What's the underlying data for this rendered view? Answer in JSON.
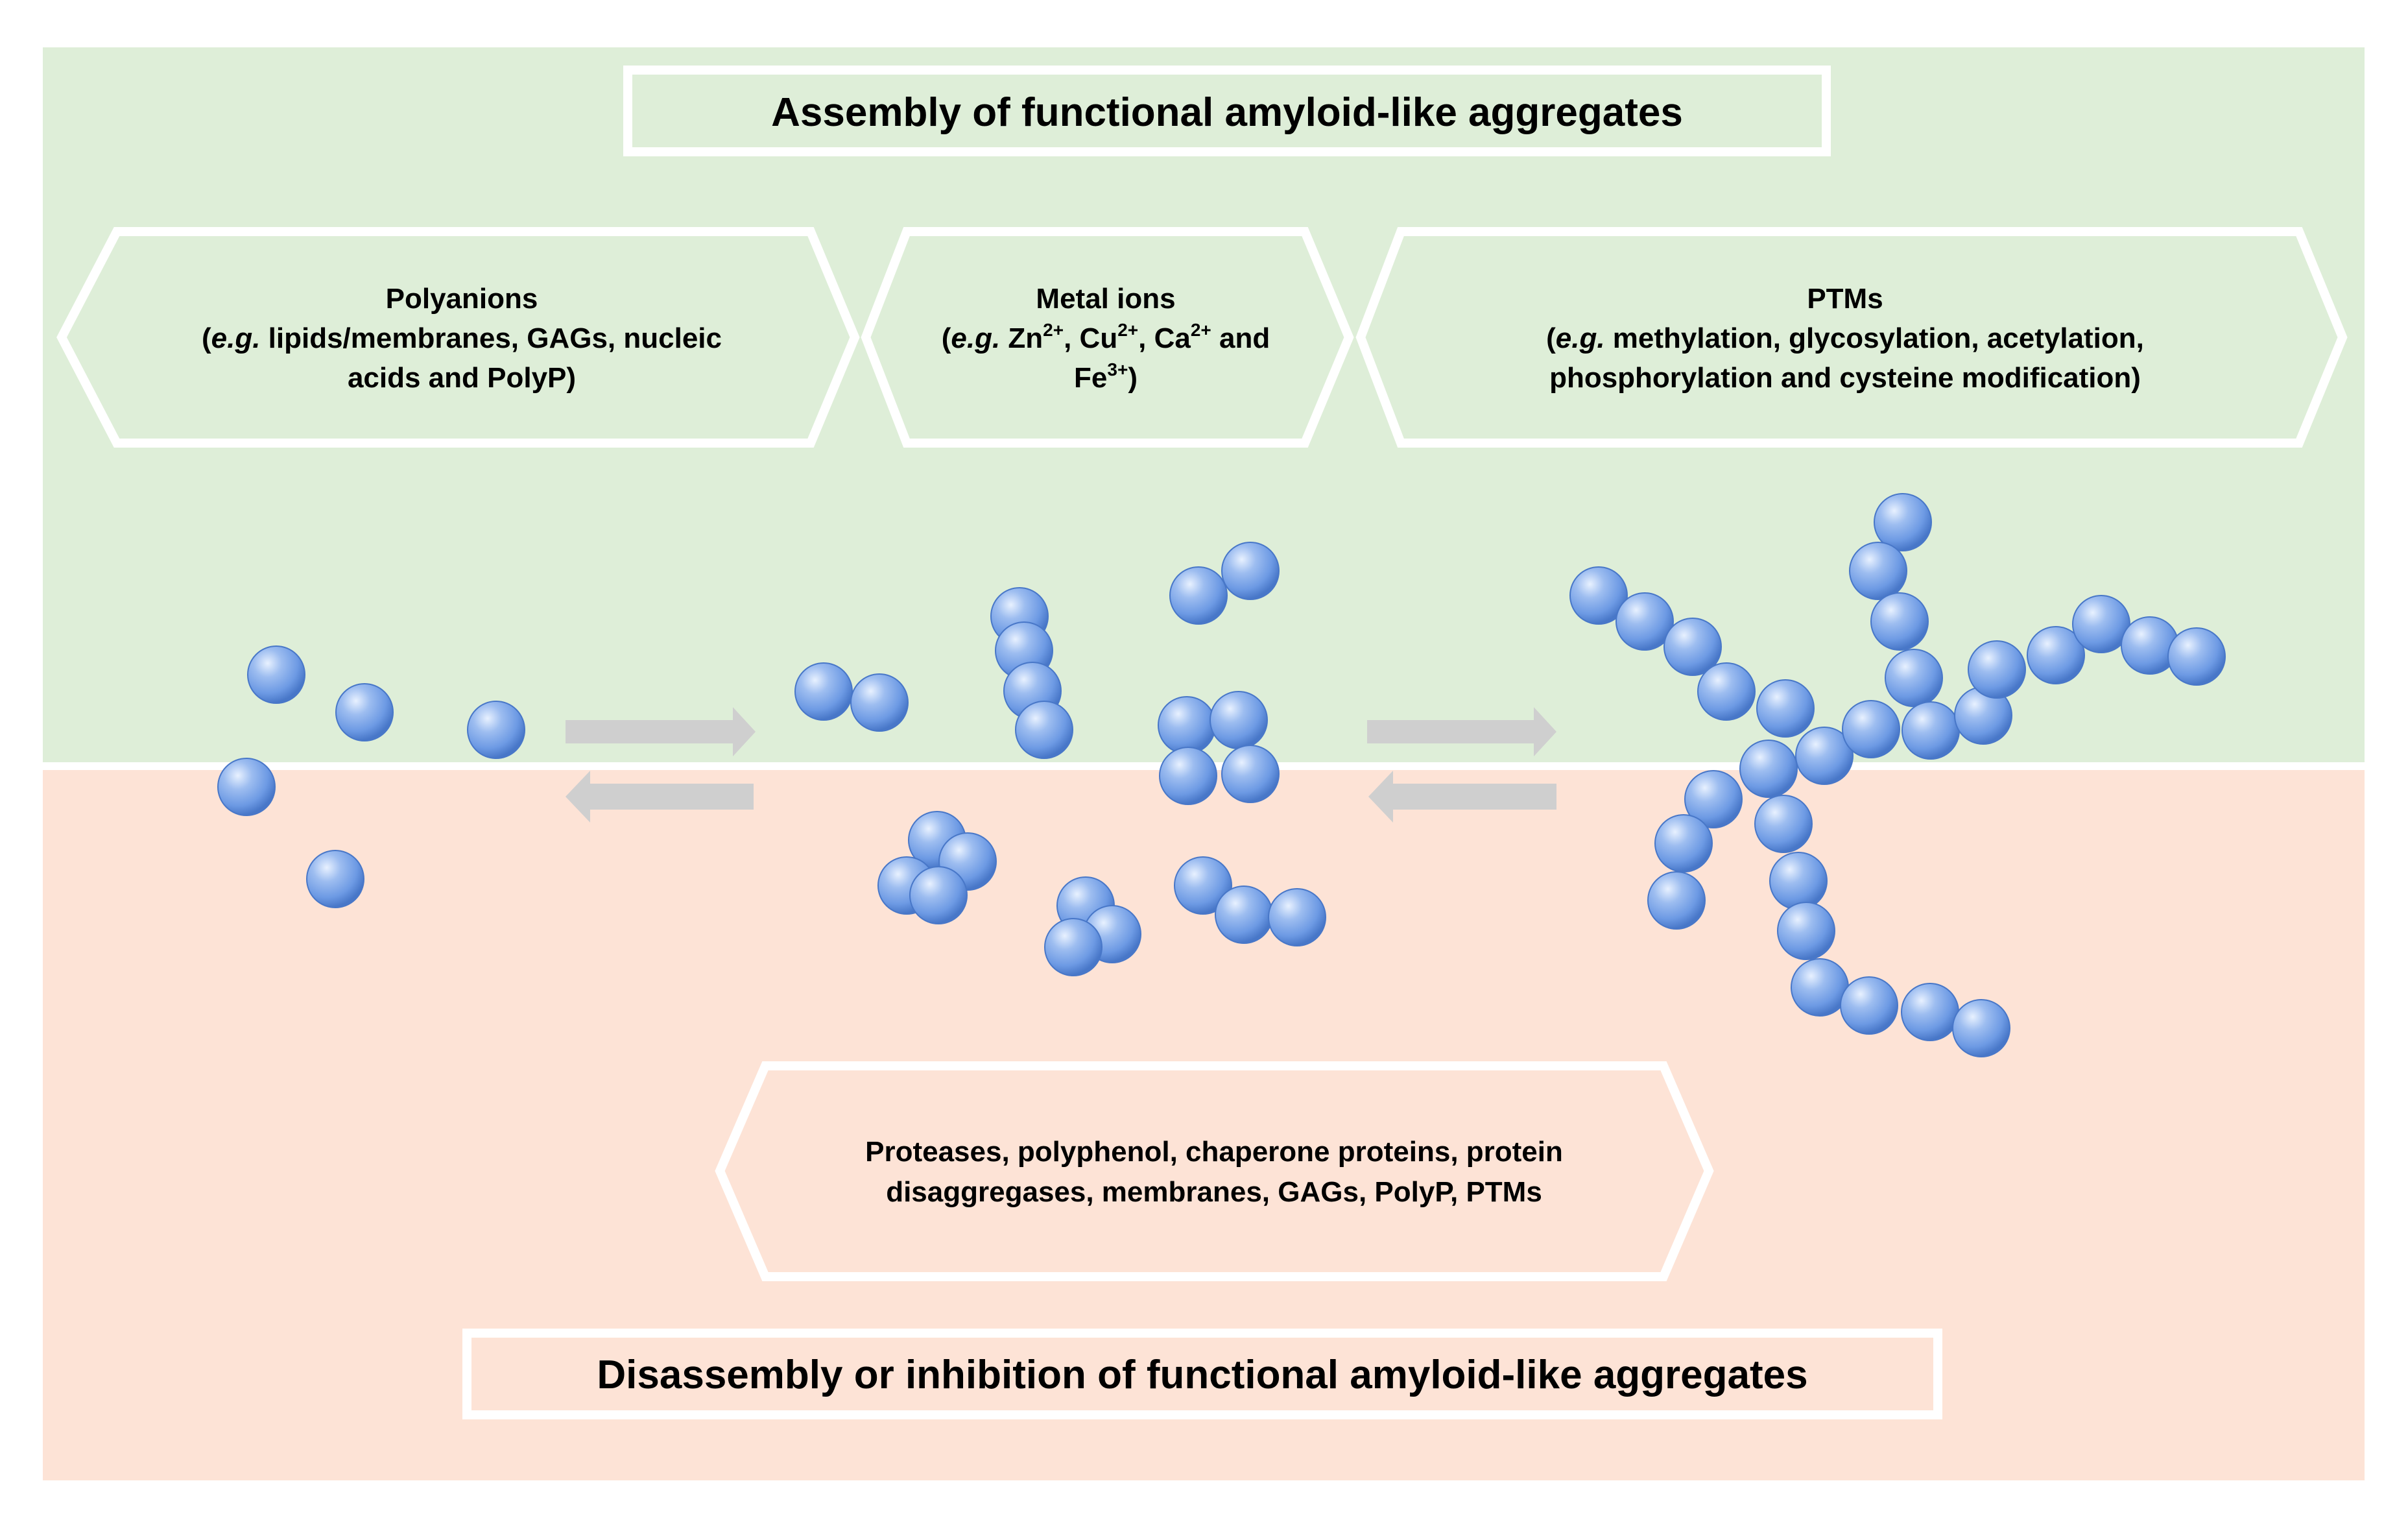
{
  "colors": {
    "assembly_background": "#deeed8",
    "disassembly_background": "#fde3d6",
    "box_border": "#ffffff",
    "arrow": "#cfcfcf",
    "bead_fill": "#6d9ae4",
    "bead_highlight": "#e8f1ff",
    "bead_edge": "#4877c8"
  },
  "assembly_title": "Assembly of functional amyloid-like aggregates",
  "disassembly_title": "Disassembly or inhibition of functional amyloid-like aggregates",
  "promoters": {
    "polyanions": {
      "heading": "Polyanions",
      "line1_prefix": "(",
      "line1_italic": "e.g.",
      "line1_rest": " lipids/membranes, GAGs, nucleic",
      "line2": "acids and PolyP)"
    },
    "metal_ions": {
      "heading": "Metal ions",
      "line1_prefix": "(",
      "line1_italic": "e.g.",
      "zn": " Zn",
      "zn_charge": "2+",
      "cu": ", Cu",
      "cu_charge": "2+",
      "ca": ", Ca",
      "ca_charge": "2+",
      "and": " and",
      "fe": "Fe",
      "fe_charge": "3+",
      "close": ")"
    },
    "ptms": {
      "heading": "PTMs",
      "line1_prefix": "(",
      "line1_italic": "e.g.",
      "line1_rest": " methylation, glycosylation, acetylation,",
      "line2": "phosphorylation and cysteine modification)"
    }
  },
  "inhibitors": {
    "line1": "Proteases, polyphenol, chaperone proteins, protein",
    "line2": "disaggregases, membranes, GAGs, PolyP, PTMs"
  },
  "icons": {
    "monomer": "sphere-bead",
    "forward_arrow": "right-arrow",
    "reverse_arrow": "left-arrow"
  }
}
